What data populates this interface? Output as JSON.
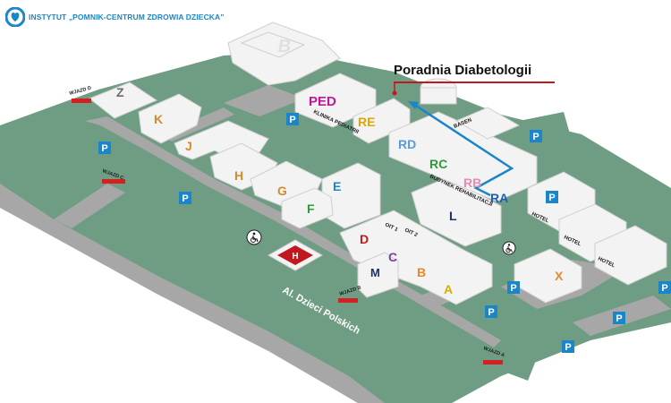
{
  "header": {
    "institute_name": "INSTYTUT „POMNIK-CENTRUM ZDROWIA DZIECKA”",
    "logo_icon": "heart-logo-icon",
    "brand_color": "#1a86c8"
  },
  "callout": {
    "title": "Poradnia Diabetologii",
    "line_color": "#c0181e",
    "route_color": "#1a86c8"
  },
  "colors": {
    "ground": "#6f9d84",
    "road": "#a7a7a7",
    "building": "#f3f3f3",
    "parking": "#1a86c8",
    "gate_red": "#d42020"
  },
  "buildings": {
    "B": "B",
    "Z": "Z",
    "K": "K",
    "J": "J",
    "H": "H",
    "G": "G",
    "F": "F",
    "E": "E",
    "D": "D",
    "C": "C",
    "B2": "B",
    "A": "A",
    "M": "M",
    "L": "L",
    "X": "X",
    "PED": "PED",
    "RE": "RE",
    "RD": "RD",
    "RC": "RC",
    "RB": "RB",
    "RA": "RA"
  },
  "labels": {
    "pediatric_clinic": "KLINIKA PEDIATRII",
    "pool": "BASEN",
    "rehab_building": "BUDYNEK REHABILITACJI",
    "hotel_1": "HOTEL",
    "hotel_2": "HOTEL",
    "hotel_3": "HOTEL",
    "street": "Al. Dzieci Polskich",
    "oiti_1": "OIT 1",
    "oiti_2": "OIT 2",
    "gate_top": "WJAZD D",
    "gate_left": "WJAZD C",
    "gate_bottom": "WJAZD B",
    "gate_right": "WJAZD A"
  },
  "parking": {
    "label": "P"
  },
  "accessibility": {
    "icon": "wheelchair-icon"
  },
  "helipad": {
    "icon": "helipad-icon",
    "mark": "H"
  }
}
